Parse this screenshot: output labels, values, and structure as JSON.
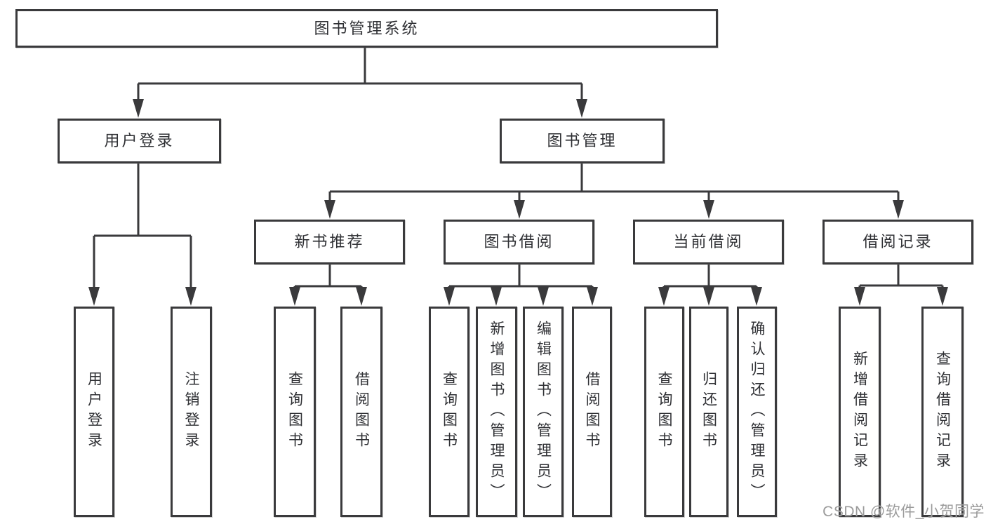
{
  "styles": {
    "background": "#ffffff",
    "line_color": "#3a3a3c",
    "box_border_color": "#3a3a3c",
    "box_background": "#ffffff",
    "text_color": "#2f3034",
    "watermark_color": "#9b9b9b"
  },
  "watermark": {
    "text": "CSDN @软件_小贺同学"
  },
  "tree": {
    "root": {
      "label": "图书管理系统"
    },
    "children": [
      {
        "label": "用户登录",
        "children": [
          {
            "label": "用户登录"
          },
          {
            "label": "注销登录"
          }
        ]
      },
      {
        "label": "图书管理",
        "children": [
          {
            "label": "新书推荐",
            "children": [
              {
                "label": "查询图书"
              },
              {
                "label": "借阅图书"
              }
            ]
          },
          {
            "label": "图书借阅",
            "children": [
              {
                "label": "查询图书"
              },
              {
                "label": "新增图书（管理员）"
              },
              {
                "label": "编辑图书（管理员）"
              },
              {
                "label": "借阅图书"
              }
            ]
          },
          {
            "label": "当前借阅",
            "children": [
              {
                "label": "查询图书"
              },
              {
                "label": "归还图书"
              },
              {
                "label": "确认归还（管理员）"
              }
            ]
          },
          {
            "label": "借阅记录",
            "children": [
              {
                "label": "新增借阅记录"
              },
              {
                "label": "查询借阅记录"
              }
            ]
          }
        ]
      }
    ]
  }
}
